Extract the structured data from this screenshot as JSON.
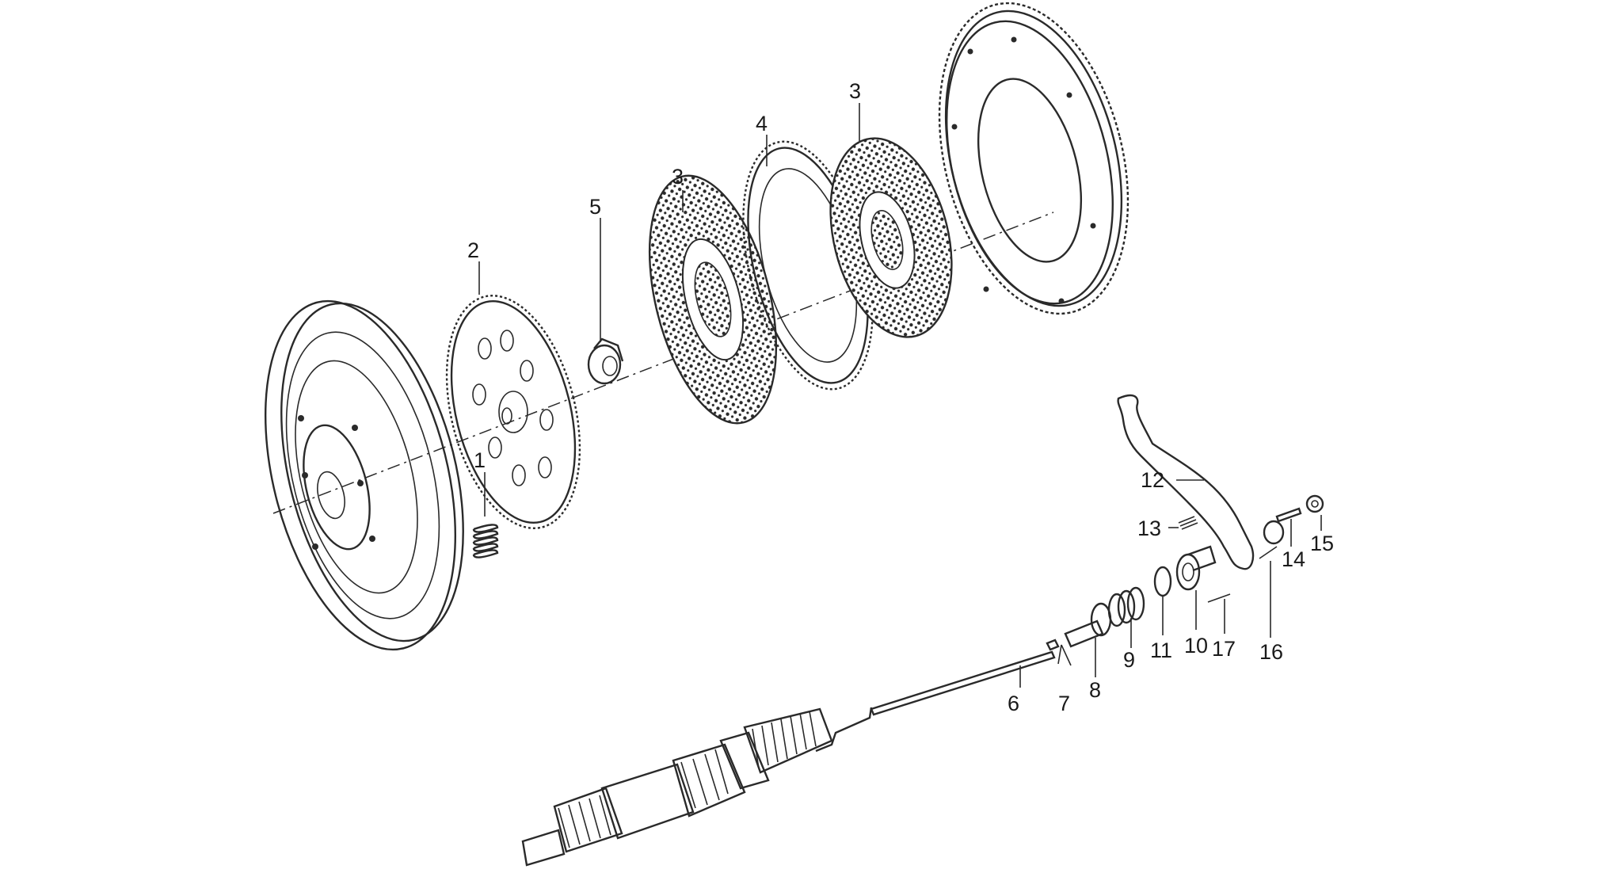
{
  "labels": {
    "l1": "1",
    "l2": "2",
    "l3a": "3",
    "l3b": "3",
    "l4": "4",
    "l5": "5",
    "l6": "6",
    "l7": "7",
    "l8": "8",
    "l9": "9",
    "l10": "10",
    "l11": "11",
    "l12": "12",
    "l13": "13",
    "l14": "14",
    "l15": "15",
    "l16": "16",
    "l17": "17"
  }
}
